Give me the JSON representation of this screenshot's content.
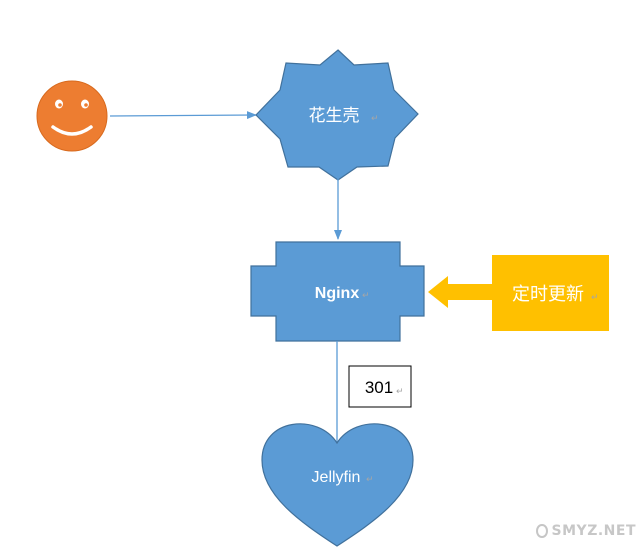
{
  "nodes": {
    "huashengke": {
      "label": "花生壳"
    },
    "nginx": {
      "label": "Nginx"
    },
    "jellyfin": {
      "label": "Jellyfin"
    },
    "scheduled_update": {
      "label": "定时更新"
    },
    "redirect": {
      "label": "301"
    }
  },
  "watermark": {
    "text": "SMYZ.NET"
  },
  "colors": {
    "node_blue": "#5B9BD5",
    "node_border": "#41719C",
    "smiley_orange": "#ED7D31",
    "update_yellow": "#FFC000",
    "arrow_blue": "#5B9BD5",
    "text_white": "#FFFFFF",
    "text_black": "#000000",
    "para_mark": "#A6A6A6"
  }
}
